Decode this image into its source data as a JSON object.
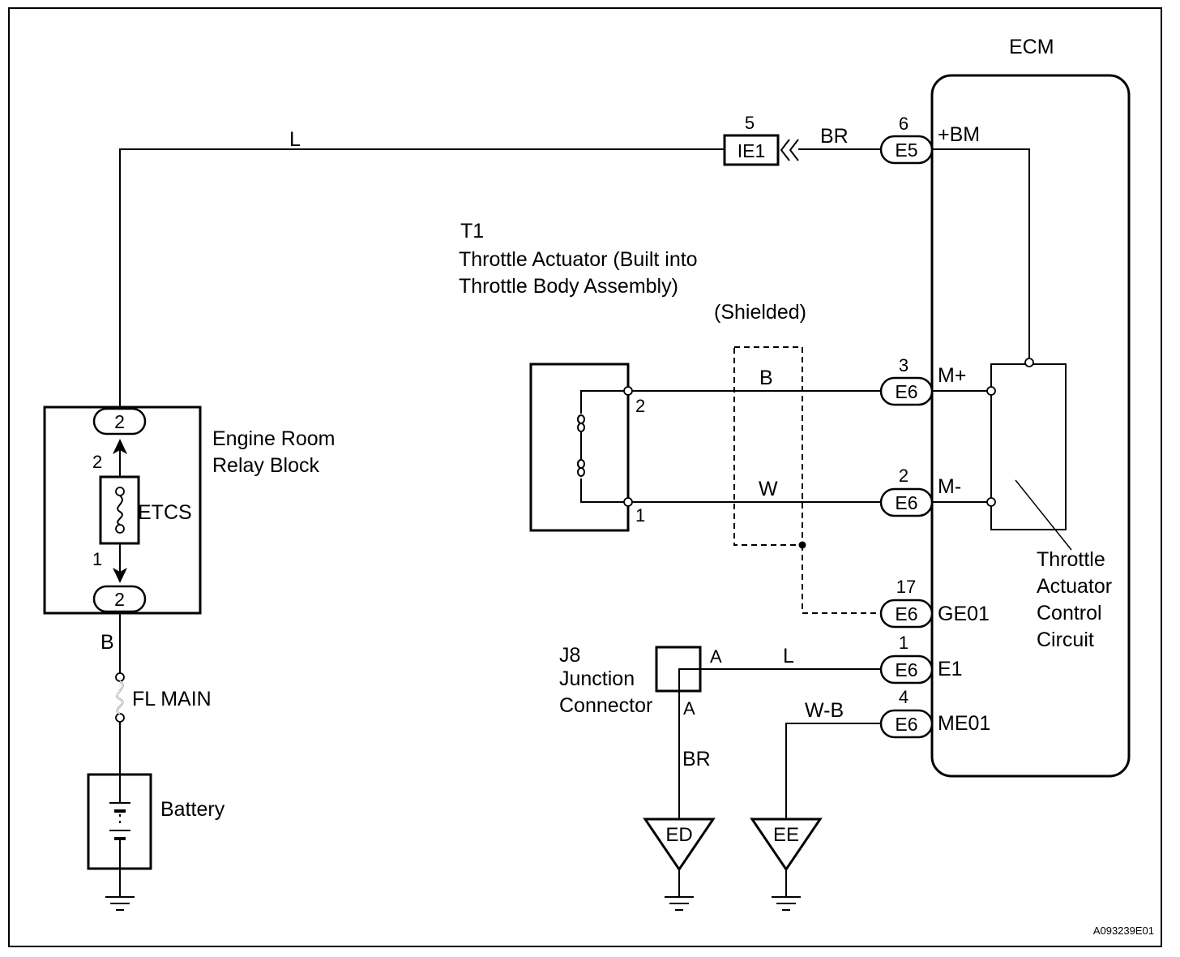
{
  "ecm": {
    "title": "ECM"
  },
  "relay_block": {
    "name_line1": "Engine Room",
    "name_line2": "Relay Block",
    "top_connector": "2",
    "bottom_connector": "2",
    "fuse_top_pin": "2",
    "fuse_bottom_pin": "1",
    "fuse_name": "ETCS"
  },
  "wires": {
    "relay_to_ie1": "L",
    "ie1_to_e5": "BR",
    "battery_feed": "B",
    "motor_plus": "B",
    "motor_minus": "W",
    "e1_line": "L",
    "me01_line": "W-B",
    "junction_ground": "BR"
  },
  "inline_connector": {
    "name": "IE1",
    "pin": "5"
  },
  "ecm_terminals": [
    {
      "connector": "E5",
      "pin": "6",
      "signal": "+BM"
    },
    {
      "connector": "E6",
      "pin": "3",
      "signal": "M+"
    },
    {
      "connector": "E6",
      "pin": "2",
      "signal": "M-"
    },
    {
      "connector": "E6",
      "pin": "17",
      "signal": "GE01"
    },
    {
      "connector": "E6",
      "pin": "1",
      "signal": "E1"
    },
    {
      "connector": "E6",
      "pin": "4",
      "signal": "ME01"
    }
  ],
  "throttle_actuator": {
    "ref": "T1",
    "name_line1": "Throttle Actuator (Built into",
    "name_line2": "Throttle Body Assembly)",
    "pin_top": "2",
    "pin_bottom": "1"
  },
  "shield_label": "(Shielded)",
  "control_circuit": {
    "line1": "Throttle",
    "line2": "Actuator",
    "line3": "Control",
    "line4": "Circuit"
  },
  "junction_connector": {
    "ref": "J8",
    "name_line1": "Junction",
    "name_line2": "Connector",
    "pin_right": "A",
    "pin_bottom": "A"
  },
  "fuse_main": "FL MAIN",
  "battery": "Battery",
  "grounds": {
    "ed": "ED",
    "ee": "EE"
  },
  "figure_code": "A093239E01"
}
